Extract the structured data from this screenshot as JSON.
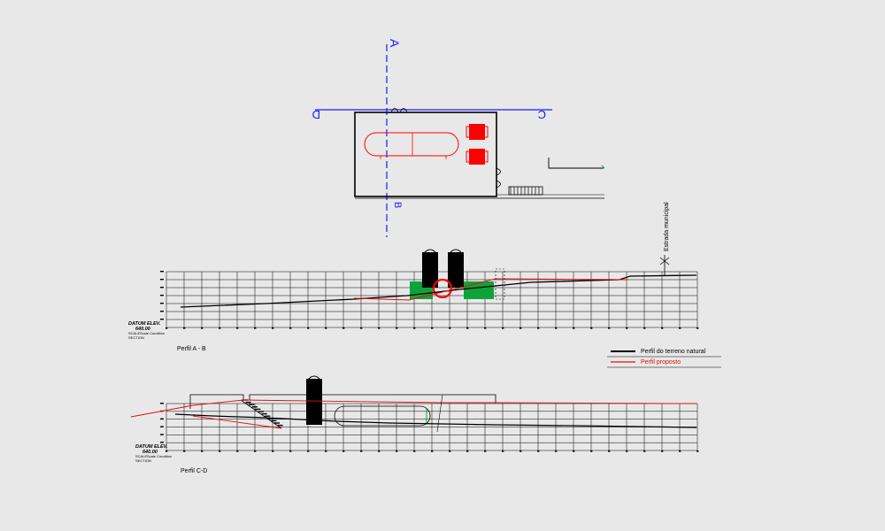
{
  "plan": {
    "axis_a": "A",
    "axis_b": "B",
    "axis_c": "C",
    "axis_d": "D"
  },
  "profile_ab": {
    "title": "Perfil A - B",
    "datum_label": "DATUM ELEV.",
    "datum_value": "640.00",
    "scale_label": "SCALE",
    "section_label": "SECTION",
    "scale_value": "Scale Condition",
    "annotation": "Estrada municipal",
    "columns": 30
  },
  "profile_cd": {
    "title": "Perfil C-D",
    "datum_label": "DATUM ELEV.",
    "datum_value": "640.00",
    "scale_label": "SCALE",
    "section_label": "SECTION",
    "scale_value": "Scale Condition",
    "columns": 30
  },
  "legend": {
    "items": [
      {
        "label": "Perfil do terreno natural",
        "color": "#000000"
      },
      {
        "label": "Perfil proposto",
        "color": "#e01010"
      }
    ]
  },
  "colors": {
    "background": "#e8e8e8",
    "axis_blue": "#1a1aff",
    "red": "#ff0000",
    "green": "#0ea33a",
    "grid": "#000000"
  }
}
